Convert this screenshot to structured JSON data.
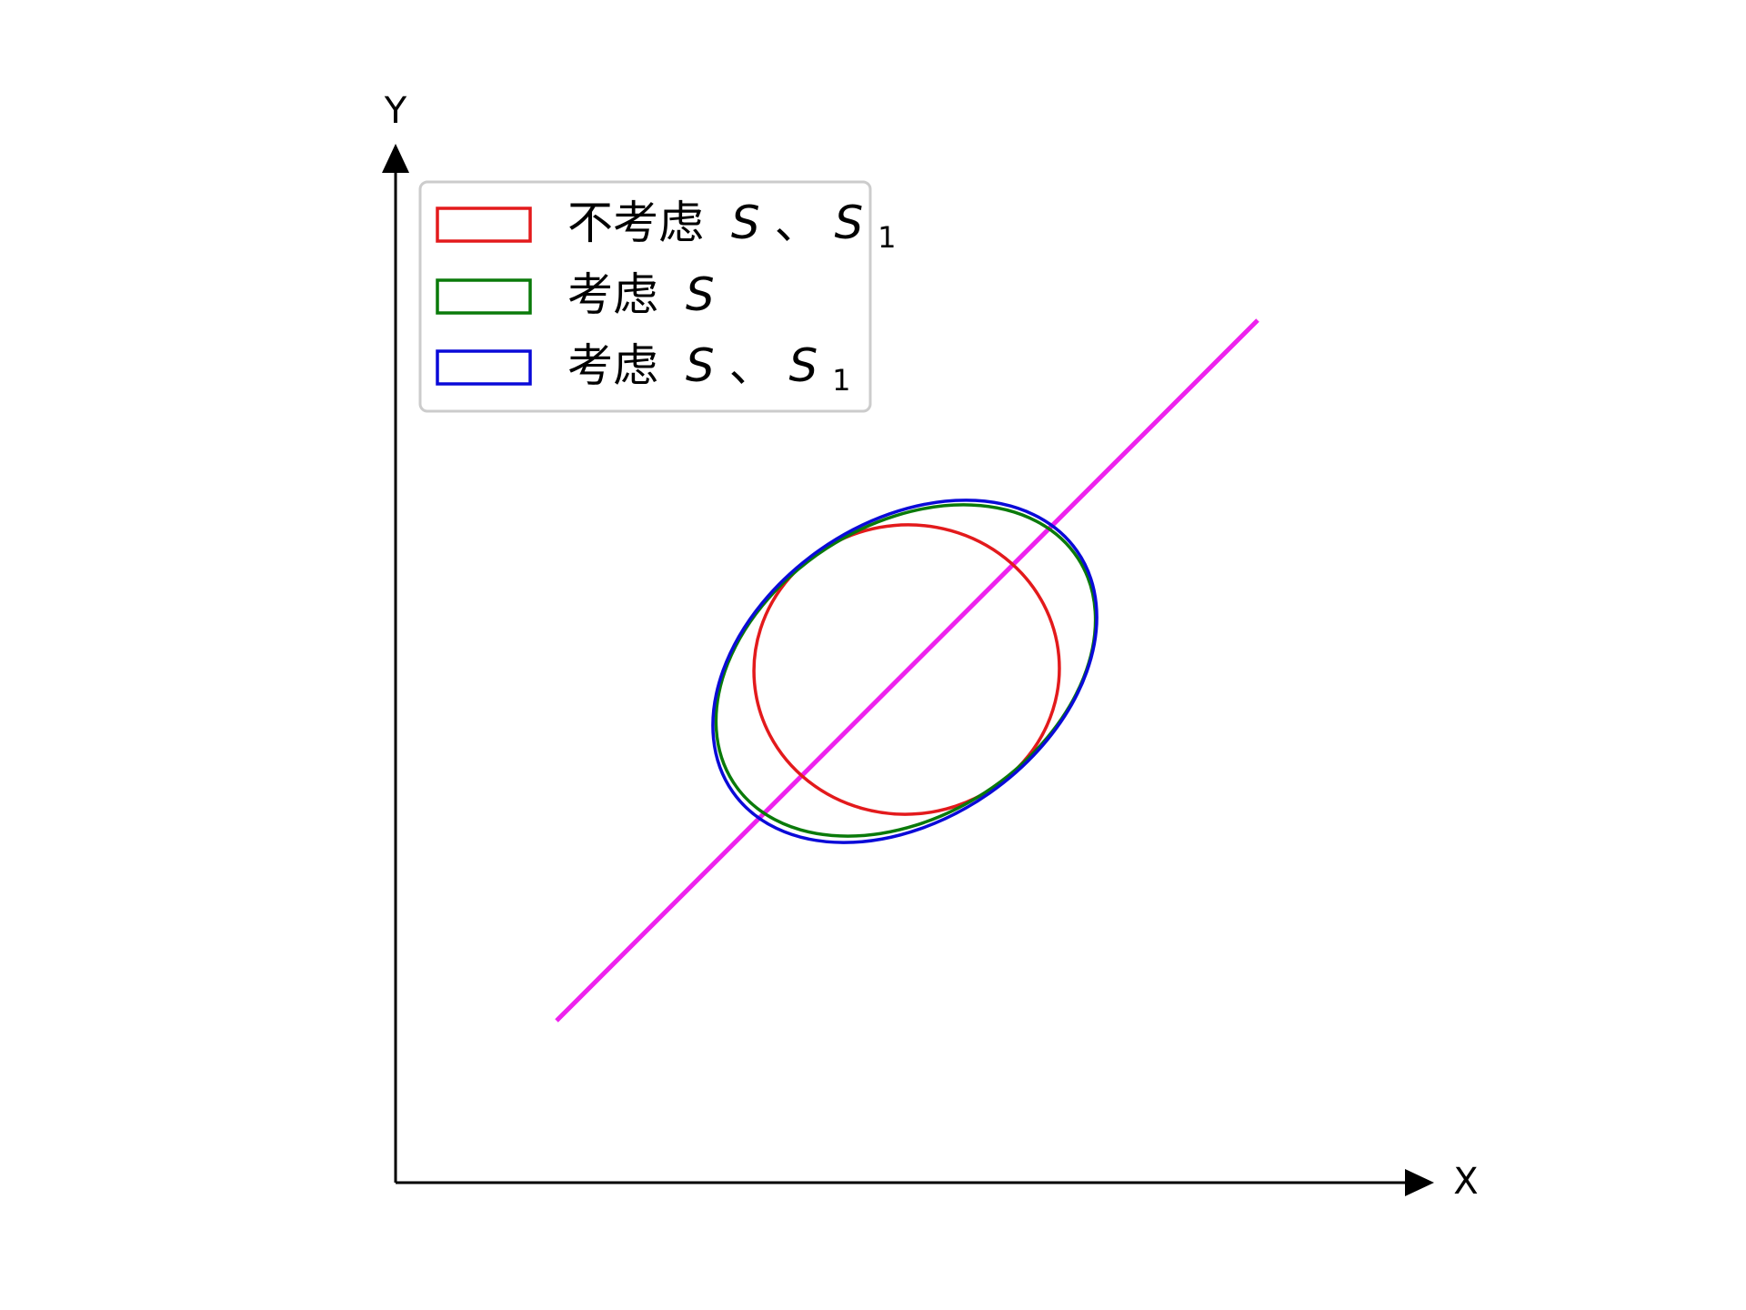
{
  "axes": {
    "x_label": "X",
    "y_label": "Y"
  },
  "legend": {
    "entries": [
      {
        "label": "不考虑",
        "symbols": [
          {
            "var": "S",
            "sub": ""
          },
          {
            "var": "S",
            "sub": "1"
          }
        ],
        "color": "#e31a1c"
      },
      {
        "label": "考虑",
        "symbols": [
          {
            "var": "S",
            "sub": ""
          }
        ],
        "color": "#0a7a0a"
      },
      {
        "label": "考虑",
        "symbols": [
          {
            "var": "S",
            "sub": ""
          },
          {
            "var": "S",
            "sub": "1"
          }
        ],
        "color": "#0a0ad8"
      }
    ],
    "separator": "、"
  },
  "colors": {
    "red": "#e31a1c",
    "green": "#0a7a0a",
    "blue": "#0a0ad8",
    "magenta": "#ee22ee",
    "axis": "#000000"
  }
}
